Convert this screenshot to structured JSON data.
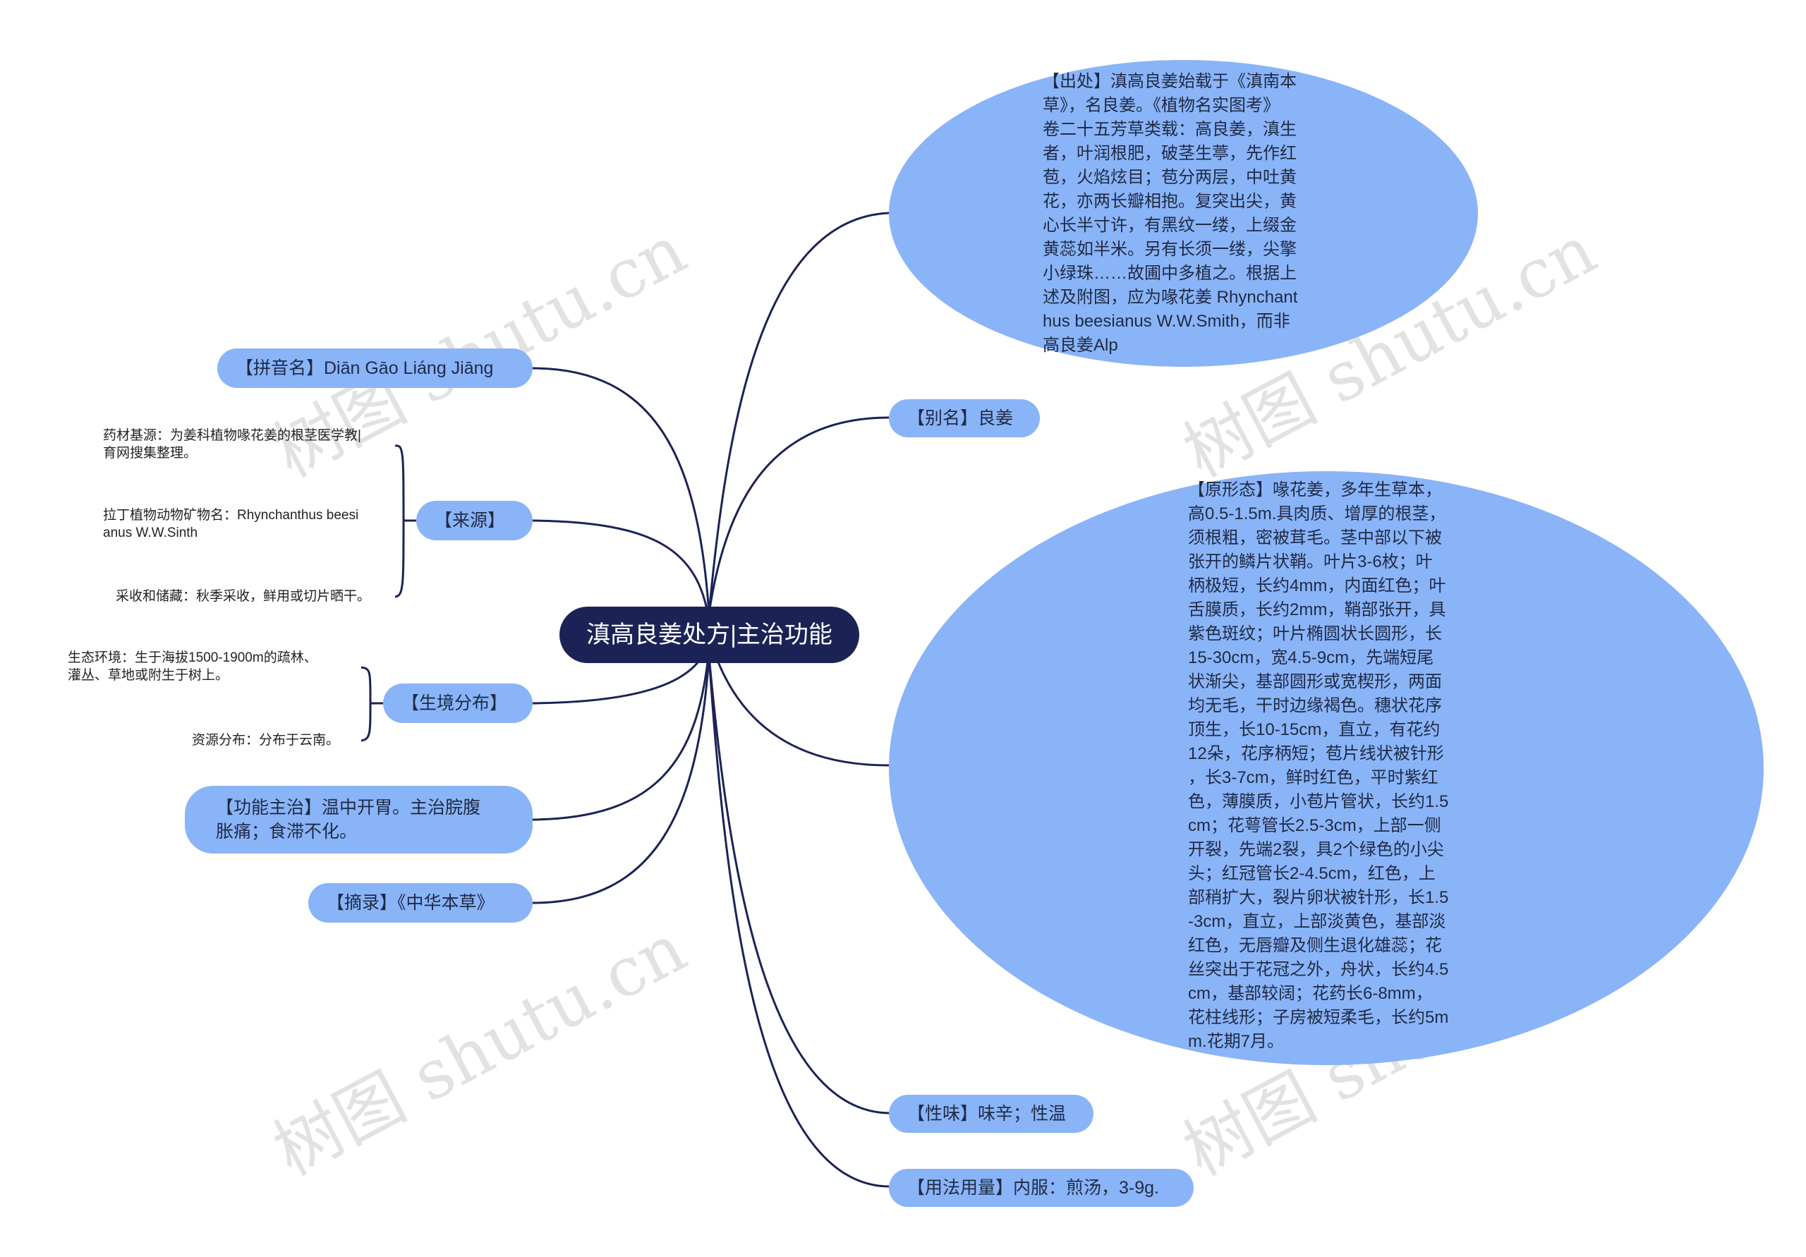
{
  "center": {
    "label": "滇高良姜处方|主治功能"
  },
  "right": {
    "source": "【出处】滇高良姜始载于《滇南本\n草》，名良姜。《植物名实图考》\n卷二十五芳草类载：高良姜，滇生\n者，叶润根肥，破茎生葶，先作红\n苞，火焰炫目；苞分两层，中吐黄\n花，亦两长瓣相抱。复突出尖，黄\n心长半寸许，有黑纹一缕，上缀金\n黄蕊如半米。另有长须一缕，尖擎\n小绿珠……故圃中多植之。根据上\n述及附图，应为喙花姜 Rhynchant\nhus beesianus W.W.Smith，而非\n高良姜Alp",
    "alias": "【别名】良姜",
    "morphology": "【原形态】喙花姜，多年生草本，\n高0.5-1.5m.具肉质、增厚的根茎，\n须根粗，密被茸毛。茎中部以下被\n张开的鳞片状鞘。叶片3-6枚；叶\n柄极短，长约4mm，内面红色；叶\n舌膜质，长约2mm，鞘部张开，具\n紫色斑纹；叶片椭圆状长圆形，长\n15-30cm，宽4.5-9cm，先端短尾\n状渐尖，基部圆形或宽楔形，两面\n均无毛，干时边缘褐色。穗状花序\n顶生，长10-15cm，直立，有花约\n12朵，花序柄短；苞片线状被针形\n，长3-7cm，鲜时红色，平时紫红\n色，薄膜质，小苞片管状，长约1.5\ncm；花萼管长2.5-3cm，上部一侧\n开裂，先端2裂，具2个绿色的小尖\n头；红冠管长2-4.5cm，红色，上\n部稍扩大，裂片卵状被针形，长1.5\n-3cm，直立，上部淡黄色，基部淡\n红色，无唇瓣及侧生退化雄蕊；花\n丝突出于花冠之外，舟状，长约4.5\ncm，基部较阔；花药长6-8mm，\n花柱线形；子房被短柔毛，长约5m\nm.花期7月。",
    "taste": "【性味】味辛；性温",
    "usage": "【用法用量】内服：煎汤，3-9g."
  },
  "left": {
    "pinyin": "【拼音名】Diān Gāo Liáng Jiāng",
    "origin": {
      "label": "【来源】",
      "leaves": [
        "药材基源：为姜科植物喙花姜的根茎医学教|\n育网搜集整理。",
        "拉丁植物动物矿物名：Rhynchanthus beesi\nanus W.W.Sinth",
        "采收和储藏：秋季采收，鲜用或切片晒干。"
      ]
    },
    "habitat": {
      "label": "【生境分布】",
      "leaves": [
        "生态环境：生于海拔1500-1900m的疏林、\n灌丛、草地或附生于树上。",
        "资源分布：分布于云南。"
      ]
    },
    "function": "【功能主治】温中开胃。主治脘腹\n胀痛；食滞不化。",
    "excerpt": "【摘录】《中华本草》"
  },
  "watermark": "树图 shutu.cn",
  "colors": {
    "node": "#8ab4f8",
    "center": "#1b2356",
    "line": "#1b2356"
  }
}
